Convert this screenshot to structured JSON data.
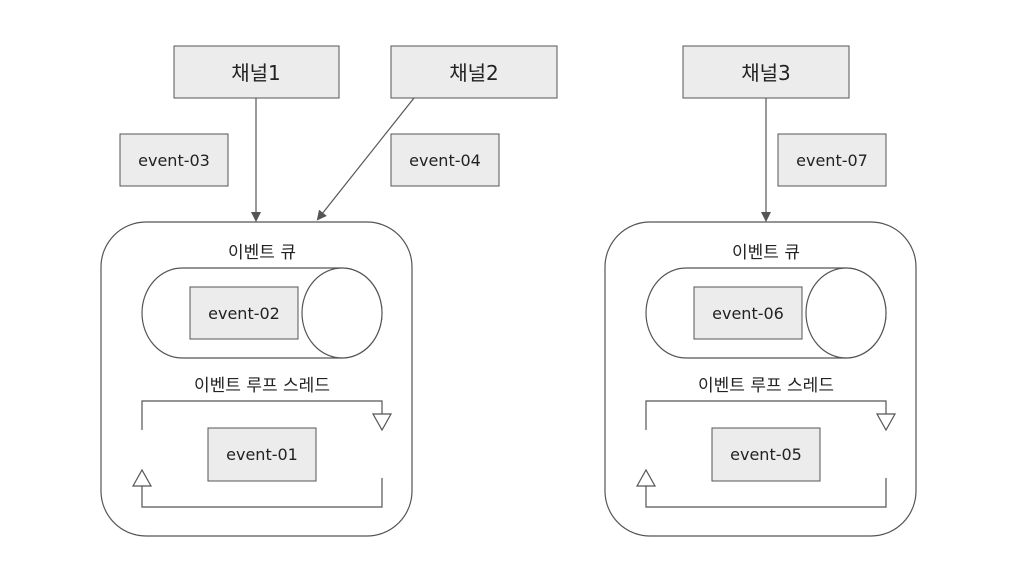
{
  "channels": [
    {
      "label": "채널1"
    },
    {
      "label": "채널2"
    },
    {
      "label": "채널3"
    }
  ],
  "floating_events": [
    {
      "label": "event-03"
    },
    {
      "label": "event-04"
    },
    {
      "label": "event-07"
    }
  ],
  "groups": [
    {
      "queue_label": "이벤트 큐",
      "queue_event": "event-02",
      "loop_label": "이벤트 루프 스레드",
      "loop_event": "event-01"
    },
    {
      "queue_label": "이벤트 큐",
      "queue_event": "event-06",
      "loop_label": "이벤트 루프 스레드",
      "loop_event": "event-05"
    }
  ],
  "colors": {
    "box_fill": "#ececec",
    "stroke": "#555555",
    "arrow": "#555555"
  }
}
